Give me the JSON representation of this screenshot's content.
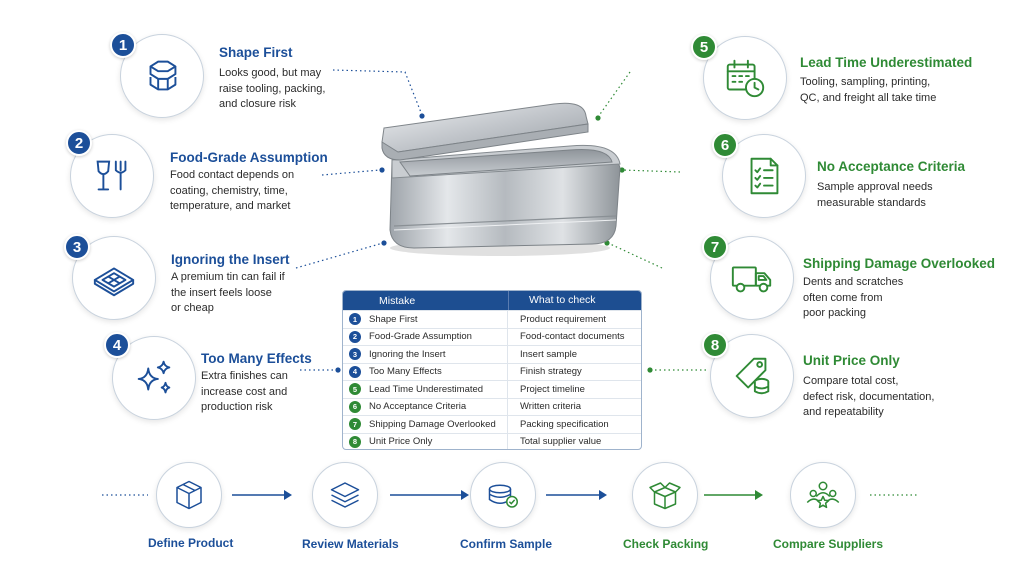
{
  "items": [
    {
      "num": "1",
      "title": "Shape First",
      "desc": [
        "Looks good, but may",
        "raise tooling, packing,",
        "and closure risk"
      ]
    },
    {
      "num": "2",
      "title": "Food-Grade Assumption",
      "desc": [
        "Food contact depends on",
        "coating, chemistry, time,",
        "temperature, and market"
      ]
    },
    {
      "num": "3",
      "title": "Ignoring the Insert",
      "desc": [
        "A premium tin can fail if",
        "the insert feels loose",
        "or cheap"
      ]
    },
    {
      "num": "4",
      "title": "Too Many Effects",
      "desc": [
        "Extra finishes can",
        "increase cost and",
        "production risk"
      ]
    },
    {
      "num": "5",
      "title": "Lead Time Underestimated",
      "desc": [
        "Tooling, sampling, printing,",
        "QC, and freight all take time"
      ]
    },
    {
      "num": "6",
      "title": "No Acceptance Criteria",
      "desc": [
        "Sample approval needs",
        "measurable standards"
      ]
    },
    {
      "num": "7",
      "title": "Shipping Damage Overlooked",
      "desc": [
        "Dents and scratches",
        "often come from",
        "poor packing"
      ]
    },
    {
      "num": "8",
      "title": "Unit Price Only",
      "desc": [
        "Compare total cost,",
        "defect risk, documentation,",
        "and repeatability"
      ]
    }
  ],
  "table": {
    "headers": [
      "Mistake",
      "What to check"
    ],
    "rows": [
      {
        "num": "1",
        "mistake": "Shape First",
        "check": "Product requirement"
      },
      {
        "num": "2",
        "mistake": "Food-Grade Assumption",
        "check": "Food-contact documents"
      },
      {
        "num": "3",
        "mistake": "Ignoring the Insert",
        "check": "Insert sample"
      },
      {
        "num": "4",
        "mistake": "Too Many Effects",
        "check": "Finish strategy"
      },
      {
        "num": "5",
        "mistake": "Lead Time Underestimated",
        "check": "Project timeline"
      },
      {
        "num": "6",
        "mistake": "No Acceptance Criteria",
        "check": "Written criteria"
      },
      {
        "num": "7",
        "mistake": "Shipping Damage Overlooked",
        "check": "Packing specification"
      },
      {
        "num": "8",
        "mistake": "Unit Price Only",
        "check": "Total supplier value"
      }
    ]
  },
  "process": [
    {
      "label": "Define Product",
      "icon": "box-icon"
    },
    {
      "label": "Review Materials",
      "icon": "layers-icon"
    },
    {
      "label": "Confirm Sample",
      "icon": "sample-check-icon"
    },
    {
      "label": "Check Packing",
      "icon": "open-box-icon"
    },
    {
      "label": "Compare Suppliers",
      "icon": "people-star-icon"
    }
  ],
  "colors": {
    "blue": "#1c4f99",
    "green": "#2f8a35",
    "table_header": "#1d4e91"
  }
}
